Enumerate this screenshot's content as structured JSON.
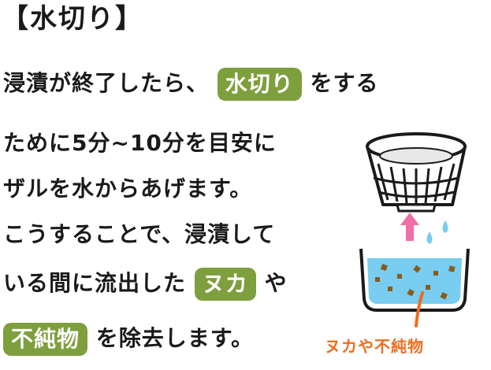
{
  "title": "【水切り】",
  "colors": {
    "tag_green": "#7e9f3d",
    "water": "#78cdf0",
    "arrow": "#f26ea6",
    "caption": "#ef6d1e"
  },
  "body": {
    "l1_pre": "浸漬が終了したら、",
    "l1_tag": "水切り",
    "l1_post": "をする",
    "l2": "ために5分~10分を目安に",
    "l3": "ザルを水からあげます。",
    "l4": "こうすることで、浸漬して",
    "l5_pre": "いる間に流出した",
    "l5_tag": "ヌカ",
    "l5_post": "や",
    "l6_tag": "不純物",
    "l6_post": "を除去します。"
  },
  "illustration": {
    "caption": "ヌカや不純物"
  }
}
